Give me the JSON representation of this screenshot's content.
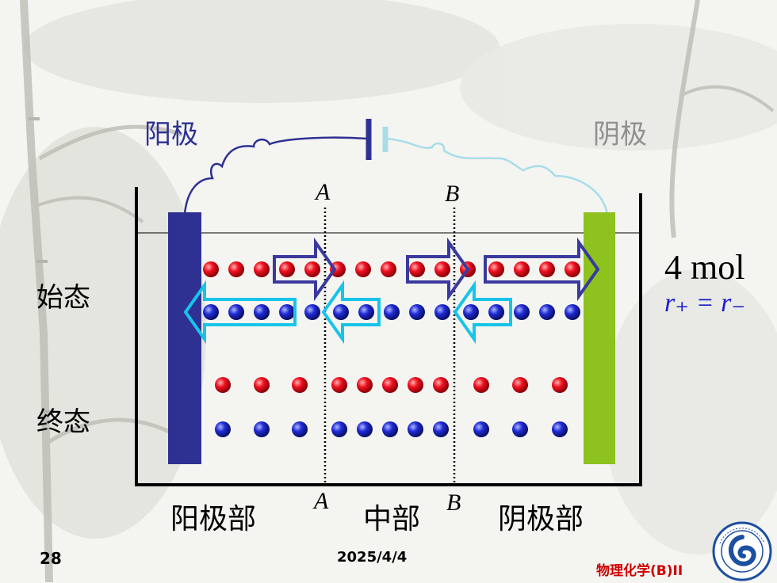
{
  "electrodes": {
    "anode_label": "阳极",
    "cathode_label": "阴极"
  },
  "states": {
    "initial_label": "始态",
    "final_label": "终态"
  },
  "lines": {
    "a_top": "A",
    "b_top": "B",
    "a_bottom": "A",
    "b_bottom": "B"
  },
  "regions": {
    "anode_region": "阳极部",
    "middle_region": "中部",
    "cathode_region": "阴极部"
  },
  "annotation": {
    "amount": "4 mol",
    "ratio": "r₊ = r₋"
  },
  "footer": {
    "page_number": "28",
    "date": "2025/4/4",
    "course": "物理化学(B)II"
  },
  "colors": {
    "anode": "#2e3192",
    "cathode": "#8dc21f",
    "cation": "#e8101c",
    "anion": "#1f2bd6",
    "cation_arrow": "#3a3a9e",
    "anion_arrow": "#17c4e8"
  },
  "icons": [
    "battery-icon",
    "university-logo"
  ]
}
